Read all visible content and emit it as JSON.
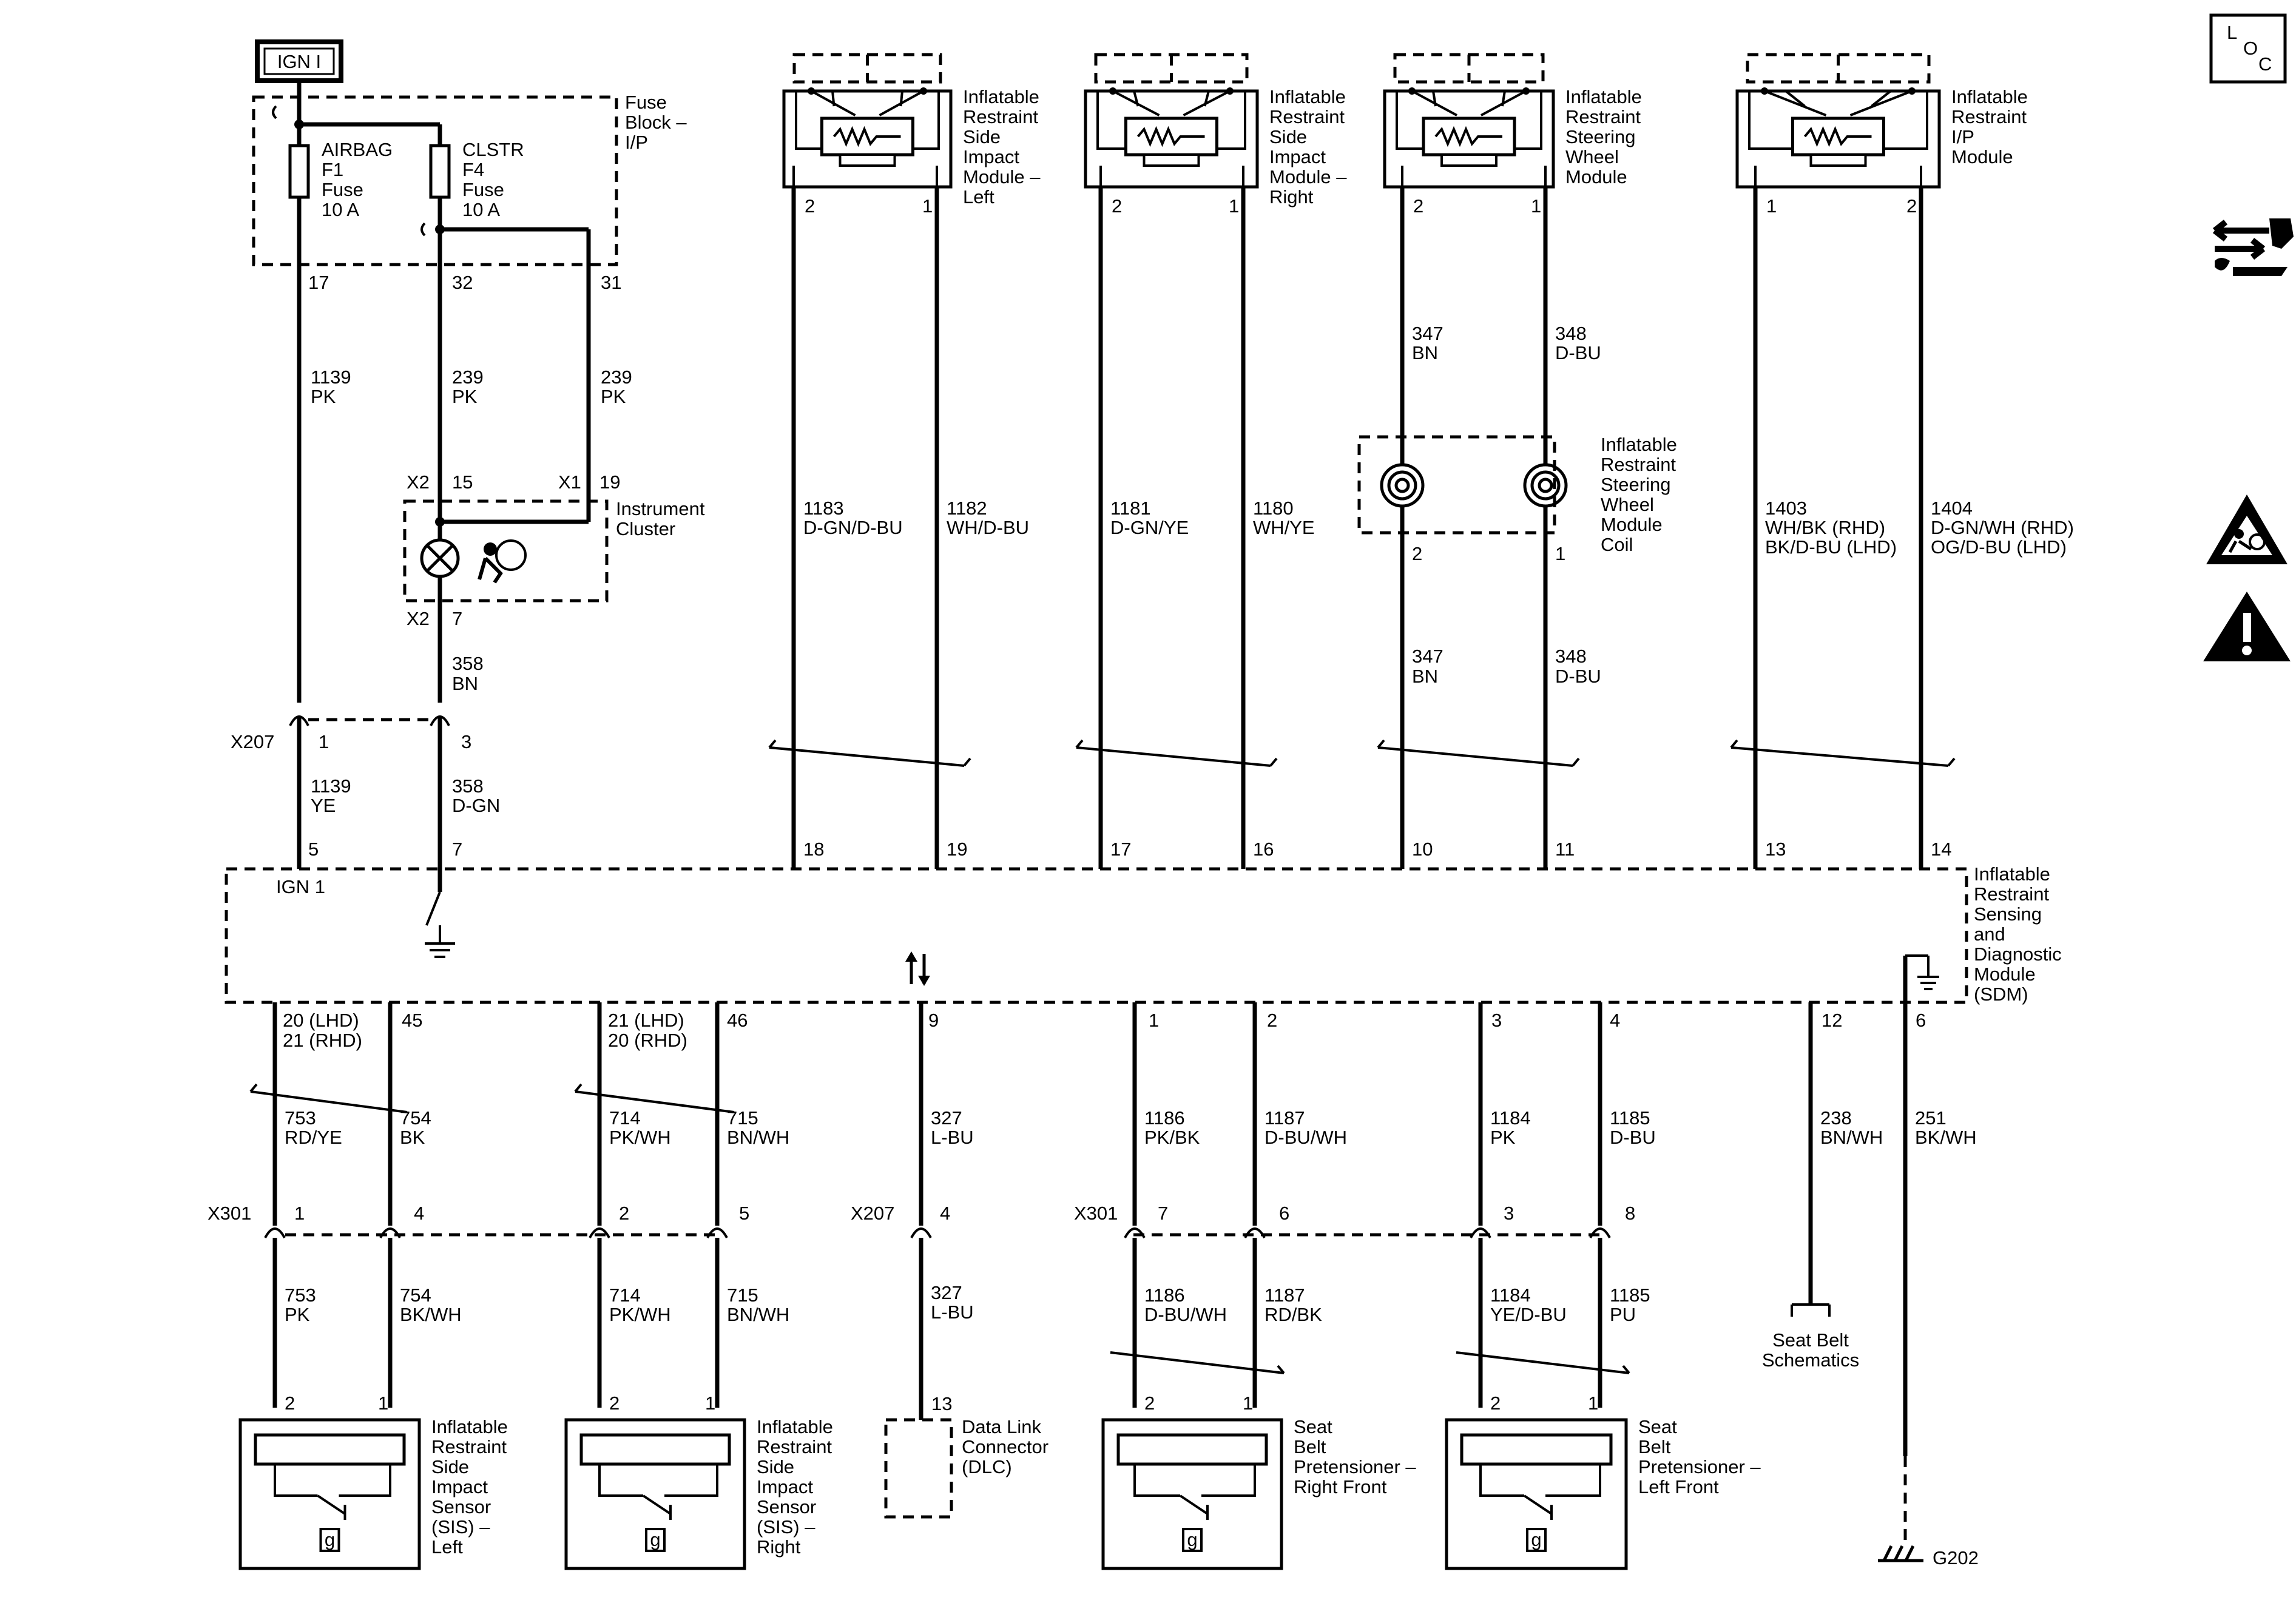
{
  "ign_box": "IGN I",
  "loc_icon": {
    "l": "L",
    "o": "O",
    "c": "C"
  },
  "fuse_block": {
    "label": [
      "Fuse",
      "Block –",
      "I/P"
    ],
    "airbag": [
      "AIRBAG",
      "F1",
      "Fuse",
      "10 A"
    ],
    "clstr": [
      "CLSTR",
      "F4",
      "Fuse",
      "10 A"
    ],
    "pins": {
      "a": "17",
      "b": "32",
      "c": "31"
    }
  },
  "wires_top": {
    "w1": {
      "circuit": "1139",
      "color": "PK"
    },
    "w2": {
      "circuit": "239",
      "color": "PK"
    },
    "w3": {
      "circuit": "239",
      "color": "PK"
    }
  },
  "cluster": {
    "label": [
      "Instrument",
      "Cluster"
    ],
    "x2": "X2",
    "p15": "15",
    "x1": "X1",
    "p19": "19",
    "x2b": "X2",
    "p7": "7"
  },
  "wire_358_bn": {
    "circuit": "358",
    "color": "BN"
  },
  "x207_top": {
    "name": "X207",
    "p1": "1",
    "p3": "3"
  },
  "wire_1139_ye": {
    "circuit": "1139",
    "color": "YE"
  },
  "wire_358_dgn": {
    "circuit": "358",
    "color": "D-GN"
  },
  "sdm_pins_left": {
    "p5": "5",
    "p7": "7",
    "ign": "IGN 1"
  },
  "top_modules": [
    {
      "label": [
        "Inflatable",
        "Restraint",
        "Side",
        "Impact",
        "Module –",
        "Left"
      ],
      "pa": "2",
      "pb": "1",
      "wa": {
        "circuit": "1183",
        "color": "D-GN/D-BU"
      },
      "wb": {
        "circuit": "1182",
        "color": "WH/D-BU"
      },
      "sa": "18",
      "sb": "19"
    },
    {
      "label": [
        "Inflatable",
        "Restraint",
        "Side",
        "Impact",
        "Module –",
        "Right"
      ],
      "pa": "2",
      "pb": "1",
      "wa": {
        "circuit": "1181",
        "color": "D-GN/YE"
      },
      "wb": {
        "circuit": "1180",
        "color": "WH/YE"
      },
      "sa": "17",
      "sb": "16"
    },
    {
      "label": [
        "Inflatable",
        "Restraint",
        "Steering",
        "Wheel",
        "Module"
      ],
      "pa": "2",
      "pb": "1",
      "wa": {
        "circuit": "347",
        "color": "BN"
      },
      "wb": {
        "circuit": "348",
        "color": "D-BU"
      },
      "sa": "10",
      "sb": "11"
    },
    {
      "label": [
        "Inflatable",
        "Restraint",
        "I/P",
        "Module"
      ],
      "pa": "1",
      "pb": "2",
      "wa": {
        "circuit": "1403",
        "color": "WH/BK (RHD)",
        "color2": "BK/D-BU (LHD)"
      },
      "wb": {
        "circuit": "1404",
        "color": "D-GN/WH (RHD)",
        "color2": "OG/D-BU (LHD)"
      },
      "sa": "13",
      "sb": "14"
    }
  ],
  "coil": {
    "label": [
      "Inflatable",
      "Restraint",
      "Steering",
      "Wheel",
      "Module",
      "Coil"
    ],
    "pa": "2",
    "pb": "1",
    "wa": {
      "circuit": "347",
      "color": "BN"
    },
    "wb": {
      "circuit": "348",
      "color": "D-BU"
    }
  },
  "sdm": {
    "label": [
      "Inflatable",
      "Restraint",
      "Sensing",
      "and",
      "Diagnostic",
      "Module",
      "(SDM)"
    ]
  },
  "bottom_pins": {
    "a1": "20 (LHD)",
    "a2": "21 (RHD)",
    "b": "45",
    "c1": "21 (LHD)",
    "c2": "20 (RHD)",
    "d": "46",
    "e": "9",
    "f": "1",
    "g": "2",
    "h": "3",
    "i": "4",
    "j": "12",
    "k": "6"
  },
  "bottom_wires_upper": [
    {
      "circuit": "753",
      "color": "RD/YE"
    },
    {
      "circuit": "754",
      "color": "BK"
    },
    {
      "circuit": "714",
      "color": "PK/WH"
    },
    {
      "circuit": "715",
      "color": "BN/WH"
    },
    {
      "circuit": "327",
      "color": "L-BU"
    },
    {
      "circuit": "1186",
      "color": "PK/BK"
    },
    {
      "circuit": "1187",
      "color": "D-BU/WH"
    },
    {
      "circuit": "1184",
      "color": "PK"
    },
    {
      "circuit": "1185",
      "color": "D-BU"
    },
    {
      "circuit": "238",
      "color": "BN/WH"
    },
    {
      "circuit": "251",
      "color": "BK/WH"
    }
  ],
  "x301_a": {
    "name": "X301",
    "p1": "1",
    "p4": "4",
    "p2": "2",
    "p5": "5"
  },
  "x207_b": {
    "name": "X207",
    "p4": "4"
  },
  "x301_b": {
    "name": "X301",
    "p7": "7",
    "p6": "6",
    "p3": "3",
    "p8": "8"
  },
  "bottom_wires_lower": [
    {
      "circuit": "753",
      "color": "PK"
    },
    {
      "circuit": "754",
      "color": "BK/WH"
    },
    {
      "circuit": "714",
      "color": "PK/WH"
    },
    {
      "circuit": "715",
      "color": "BN/WH"
    },
    {
      "circuit": "327",
      "color": "L-BU"
    },
    {
      "circuit": "1186",
      "color": "D-BU/WH"
    },
    {
      "circuit": "1187",
      "color": "RD/BK"
    },
    {
      "circuit": "1184",
      "color": "YE/D-BU"
    },
    {
      "circuit": "1185",
      "color": "PU"
    }
  ],
  "seat_belt_schem": [
    "Seat Belt",
    "Schematics"
  ],
  "bottom_components": [
    {
      "label": [
        "Inflatable",
        "Restraint",
        "Side",
        "Impact",
        "Sensor",
        "(SIS) –",
        "Left"
      ],
      "pa": "2",
      "pb": "1"
    },
    {
      "label": [
        "Inflatable",
        "Restraint",
        "Side",
        "Impact",
        "Sensor",
        "(SIS) –",
        "Right"
      ],
      "pa": "2",
      "pb": "1"
    },
    {
      "label": [
        "Seat",
        "Belt",
        "Pretensioner –",
        "Right Front"
      ],
      "pa": "2",
      "pb": "1"
    },
    {
      "label": [
        "Seat",
        "Belt",
        "Pretensioner –",
        "Left Front"
      ],
      "pa": "2",
      "pb": "1"
    }
  ],
  "dlc": {
    "label": [
      "Data Link",
      "Connector",
      "(DLC)"
    ],
    "pin": "13"
  },
  "ground": {
    "name": "G202"
  },
  "g_mark": "g"
}
